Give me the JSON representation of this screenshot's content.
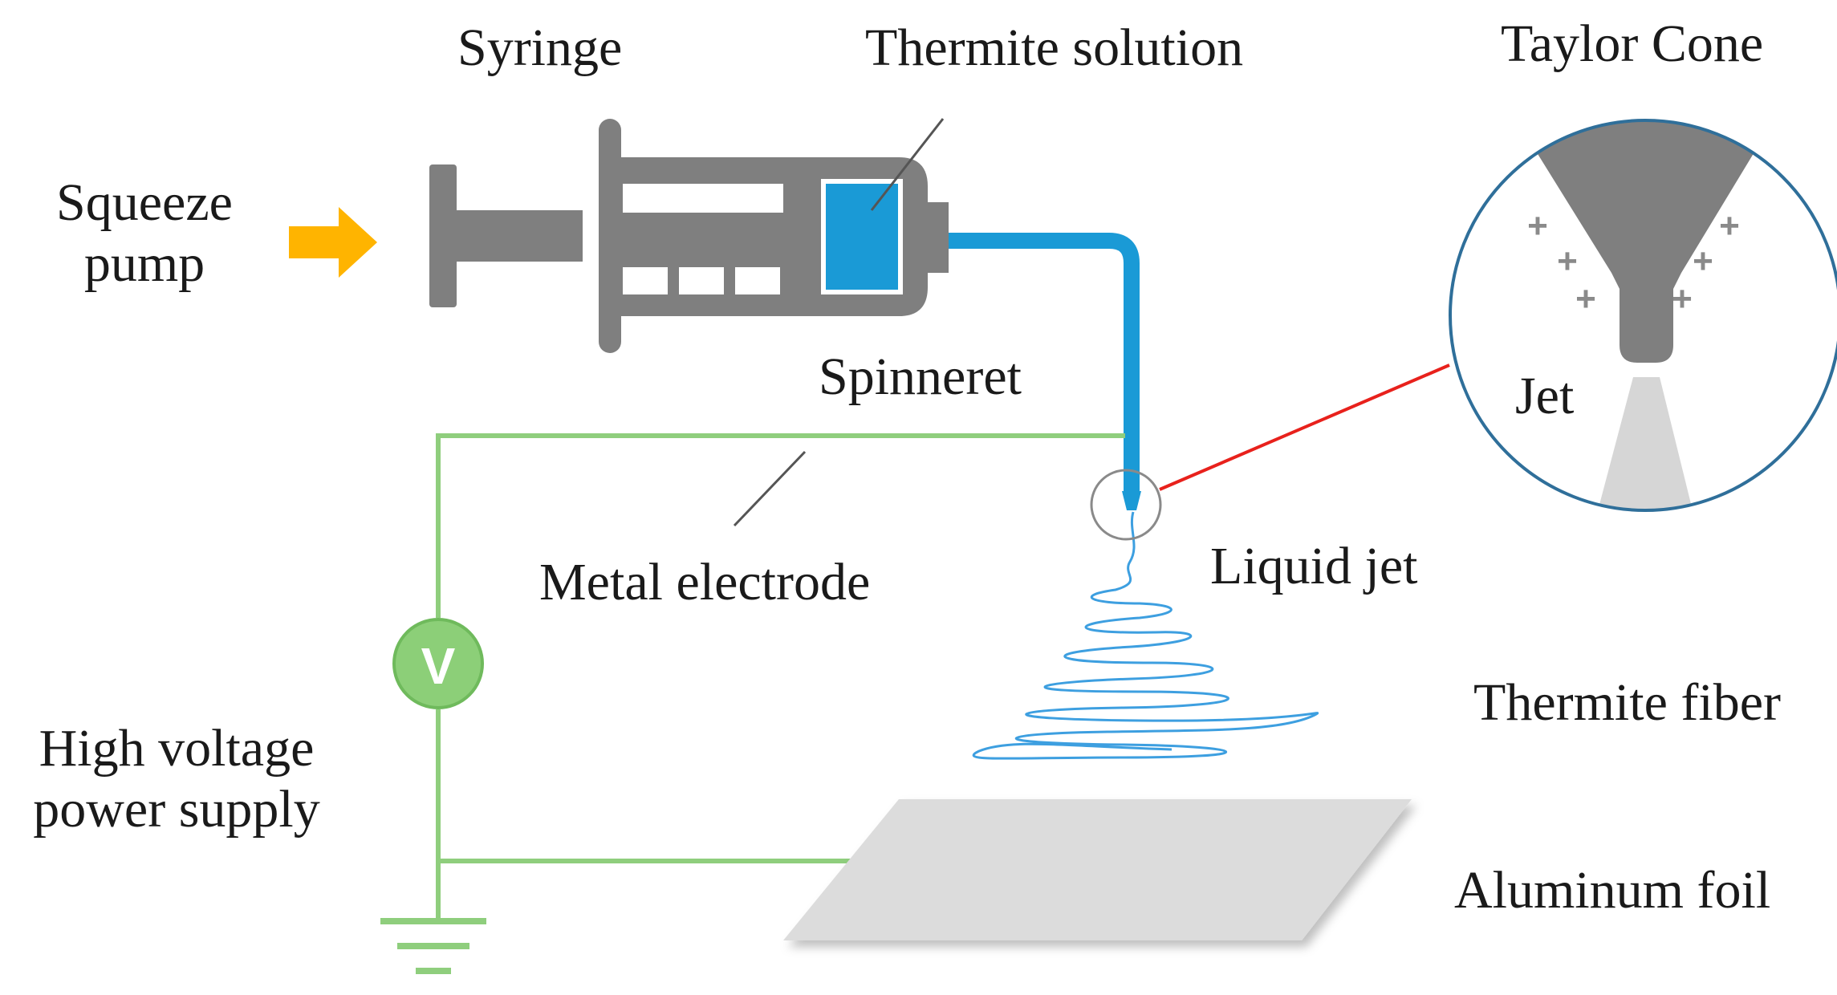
{
  "labels": {
    "squeeze_pump_line1": "Squeeze",
    "squeeze_pump_line2": "pump",
    "syringe": "Syringe",
    "thermite_solution": "Thermite solution",
    "taylor_cone": "Taylor Cone",
    "spinneret": "Spinneret",
    "jet": "Jet",
    "metal_electrode": "Metal electrode",
    "liquid_jet": "Liquid jet",
    "thermite_fiber": "Thermite fiber",
    "high_voltage_line1": "High voltage",
    "high_voltage_line2": "power supply",
    "aluminum_foil": "Aluminum foil",
    "voltmeter_symbol": "V",
    "charge_symbol": "+"
  },
  "colors": {
    "syringe_gray": "#7f7f7f",
    "solution_blue": "#1a9ad6",
    "circuit_green": "#8fce7d",
    "voltmeter_fill": "#8ccf78",
    "voltmeter_stroke": "#6fba5c",
    "arrow_orange": "#ffb400",
    "callout_red": "#e8211c",
    "inset_border": "#2f6f9a",
    "foil_gray": "#dcdcdc",
    "jet_light_gray": "#d6d6d6",
    "fiber_blue": "#3d9fe0"
  }
}
